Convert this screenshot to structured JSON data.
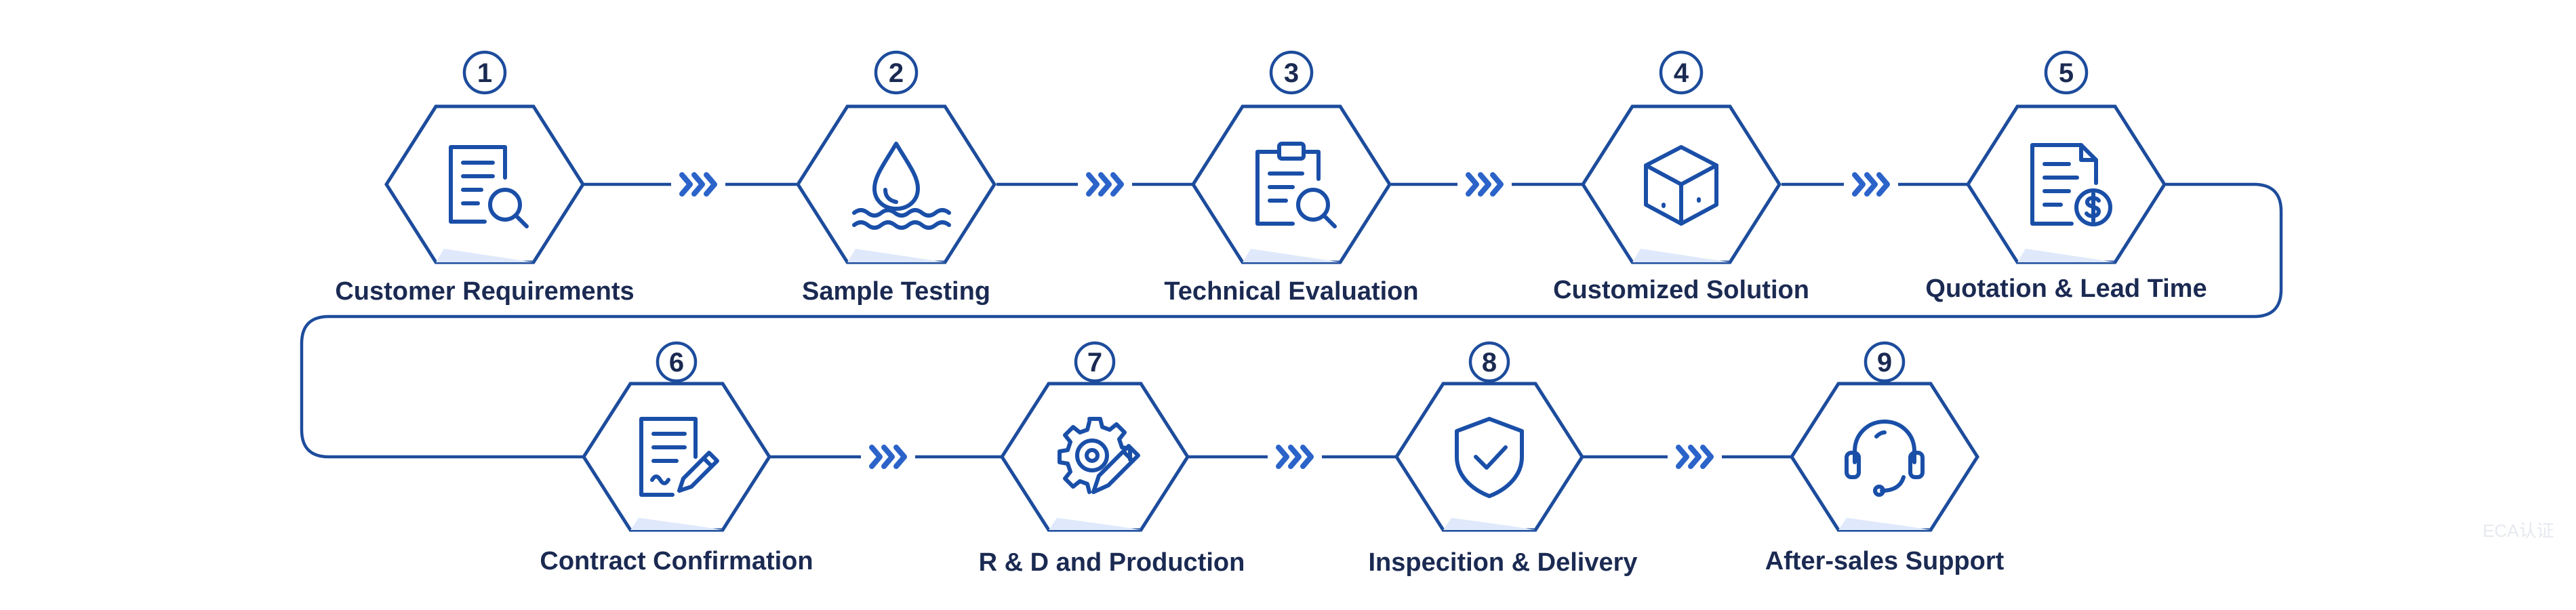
{
  "steps": [
    {
      "num": "1",
      "label": "Customer Requirements",
      "icon": "document-search-icon"
    },
    {
      "num": "2",
      "label": "Sample Testing",
      "icon": "water-drop-icon"
    },
    {
      "num": "3",
      "label": "Technical Evaluation",
      "icon": "clipboard-search-icon"
    },
    {
      "num": "4",
      "label": "Customized Solution",
      "icon": "cube-icon"
    },
    {
      "num": "5",
      "label": "Quotation & Lead Time",
      "icon": "document-dollar-icon"
    },
    {
      "num": "6",
      "label": "Contract Confirmation",
      "icon": "document-pen-icon"
    },
    {
      "num": "7",
      "label": "R & D and Production",
      "icon": "gear-pencil-icon"
    },
    {
      "num": "8",
      "label": "Inspecition & Delivery",
      "icon": "shield-check-icon"
    },
    {
      "num": "9",
      "label": "After-sales Support",
      "icon": "headset-icon"
    }
  ],
  "watermark": "ECA认证",
  "colors": {
    "stroke": "#1d4c9c",
    "accent": "#2b63c9",
    "text": "#1b2a52"
  }
}
